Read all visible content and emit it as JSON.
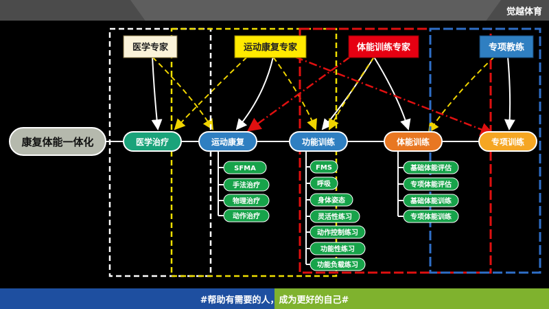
{
  "header": {
    "brand": "觉越体育"
  },
  "footer": {
    "slogan": "#帮助有需要的人，成为更好的自己#"
  },
  "diagram": {
    "root": "康复体能一体化",
    "experts": [
      "医学专家",
      "运动康复专家",
      "体能训练专家",
      "专项教练"
    ],
    "stages": [
      "医学治疗",
      "运动康复",
      "功能训练",
      "体能训练",
      "专项训练"
    ],
    "rehab_items": [
      "SFMA",
      "手法治疗",
      "物理治疗",
      "动作治疗"
    ],
    "functional_items": [
      "FMS",
      "呼吸",
      "身体姿态",
      "灵活性练习",
      "动作控制练习",
      "功能性练习",
      "功能负载练习"
    ],
    "fitness_items": [
      "基础体能评估",
      "专项体能评估",
      "基础体能训练",
      "专项体能训练"
    ],
    "colors": {
      "medical": "#1aa37a",
      "rehab": "#2f7fc1",
      "functional": "#2f7fc1",
      "fitness": "#e87722",
      "sport": "#f5a623",
      "expert_medical": "#fbf3d9",
      "expert_rehab": "#ffea00",
      "expert_fitness": "#e60012",
      "expert_sport": "#2f7fc1",
      "sub_item": "#17a34a",
      "frame_white": "#ffffff",
      "frame_yellow": "#f0e000",
      "frame_red": "#e01010",
      "frame_blue": "#2f6fc8"
    }
  }
}
